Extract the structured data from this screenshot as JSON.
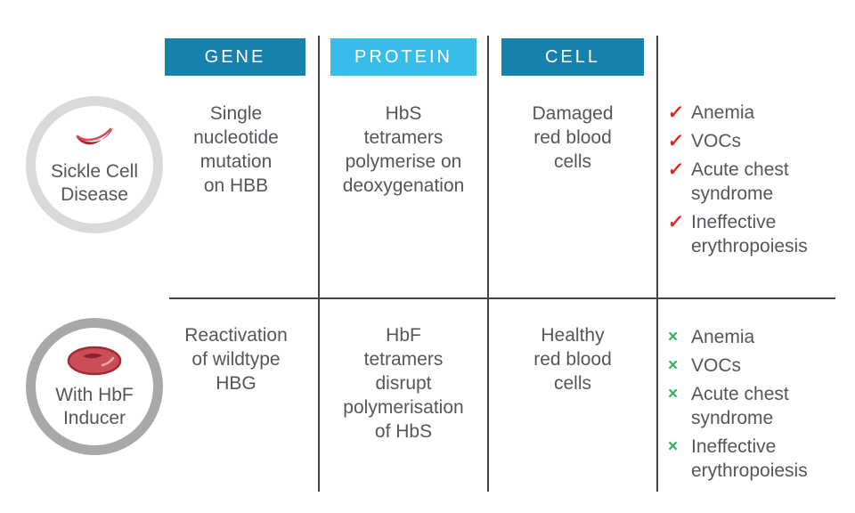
{
  "diagram": {
    "headers": [
      {
        "label": "GENE"
      },
      {
        "label": "PROTEIN"
      },
      {
        "label": "CELL"
      }
    ],
    "rows": [
      {
        "name": "Sickle Cell Disease",
        "badge_label": "Sickle Cell\nDisease",
        "icon": "sickle-cell-icon",
        "gene": "Single\nnucleotide\nmutation\non HBB",
        "protein": "HbS\ntetramers\npolymerise on\ndeoxygenation",
        "cell": "Damaged\nred blood\ncells",
        "mark": "✓",
        "mark_meaning": "present",
        "symptoms": [
          "Anemia",
          "VOCs",
          "Acute chest syndrome",
          "Ineffective erythropoiesis"
        ]
      },
      {
        "name": "With HbF Inducer",
        "badge_label": "With HbF\nInducer",
        "icon": "red-blood-cell-icon",
        "gene": "Reactivation\nof wildtype\nHBG",
        "protein": "HbF\ntetramers\ndisrupt\npolymerisation\nof HbS",
        "cell": "Healthy\nred blood\ncells",
        "mark": "×",
        "mark_meaning": "absent",
        "symptoms": [
          "Anemia",
          "VOCs",
          "Acute chest syndrome",
          "Ineffective erythropoiesis"
        ]
      }
    ],
    "colors": {
      "header_dark": "#1681ad",
      "header_light": "#38bde9",
      "check_red": "#e0271f",
      "cross_green": "#2fb156",
      "grid_line": "#41464e",
      "body_text": "#54565b",
      "ring_light": "#d9d9d9",
      "ring_dark": "#a8a8a8",
      "cell_red": "#cb4e57"
    }
  }
}
